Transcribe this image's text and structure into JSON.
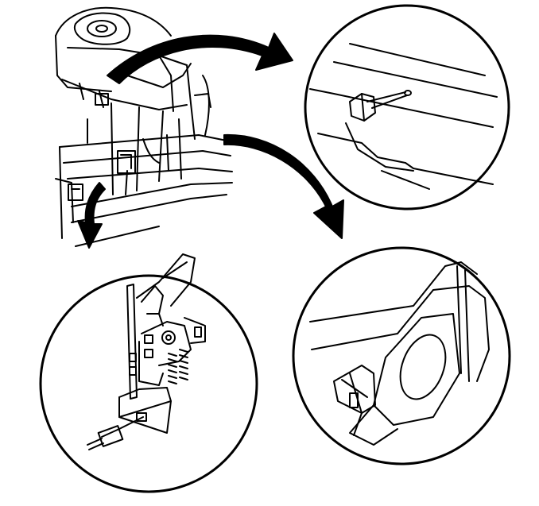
{
  "figure": {
    "type": "technical-line-illustration",
    "colors": {
      "ink": "#000000",
      "paper": "#ffffff"
    },
    "callouts": [
      {
        "name": "detail-top-right",
        "subject": "clip-and-pin"
      },
      {
        "name": "detail-bottom-left",
        "subject": "hood-latch-assembly"
      },
      {
        "name": "detail-bottom-right",
        "subject": "radiator-support-bracket"
      }
    ],
    "arrows": [
      {
        "from": "main-view",
        "to": "detail-top-right"
      },
      {
        "from": "main-view",
        "to": "detail-bottom-right"
      },
      {
        "from": "main-view",
        "to": "detail-bottom-left"
      }
    ]
  }
}
